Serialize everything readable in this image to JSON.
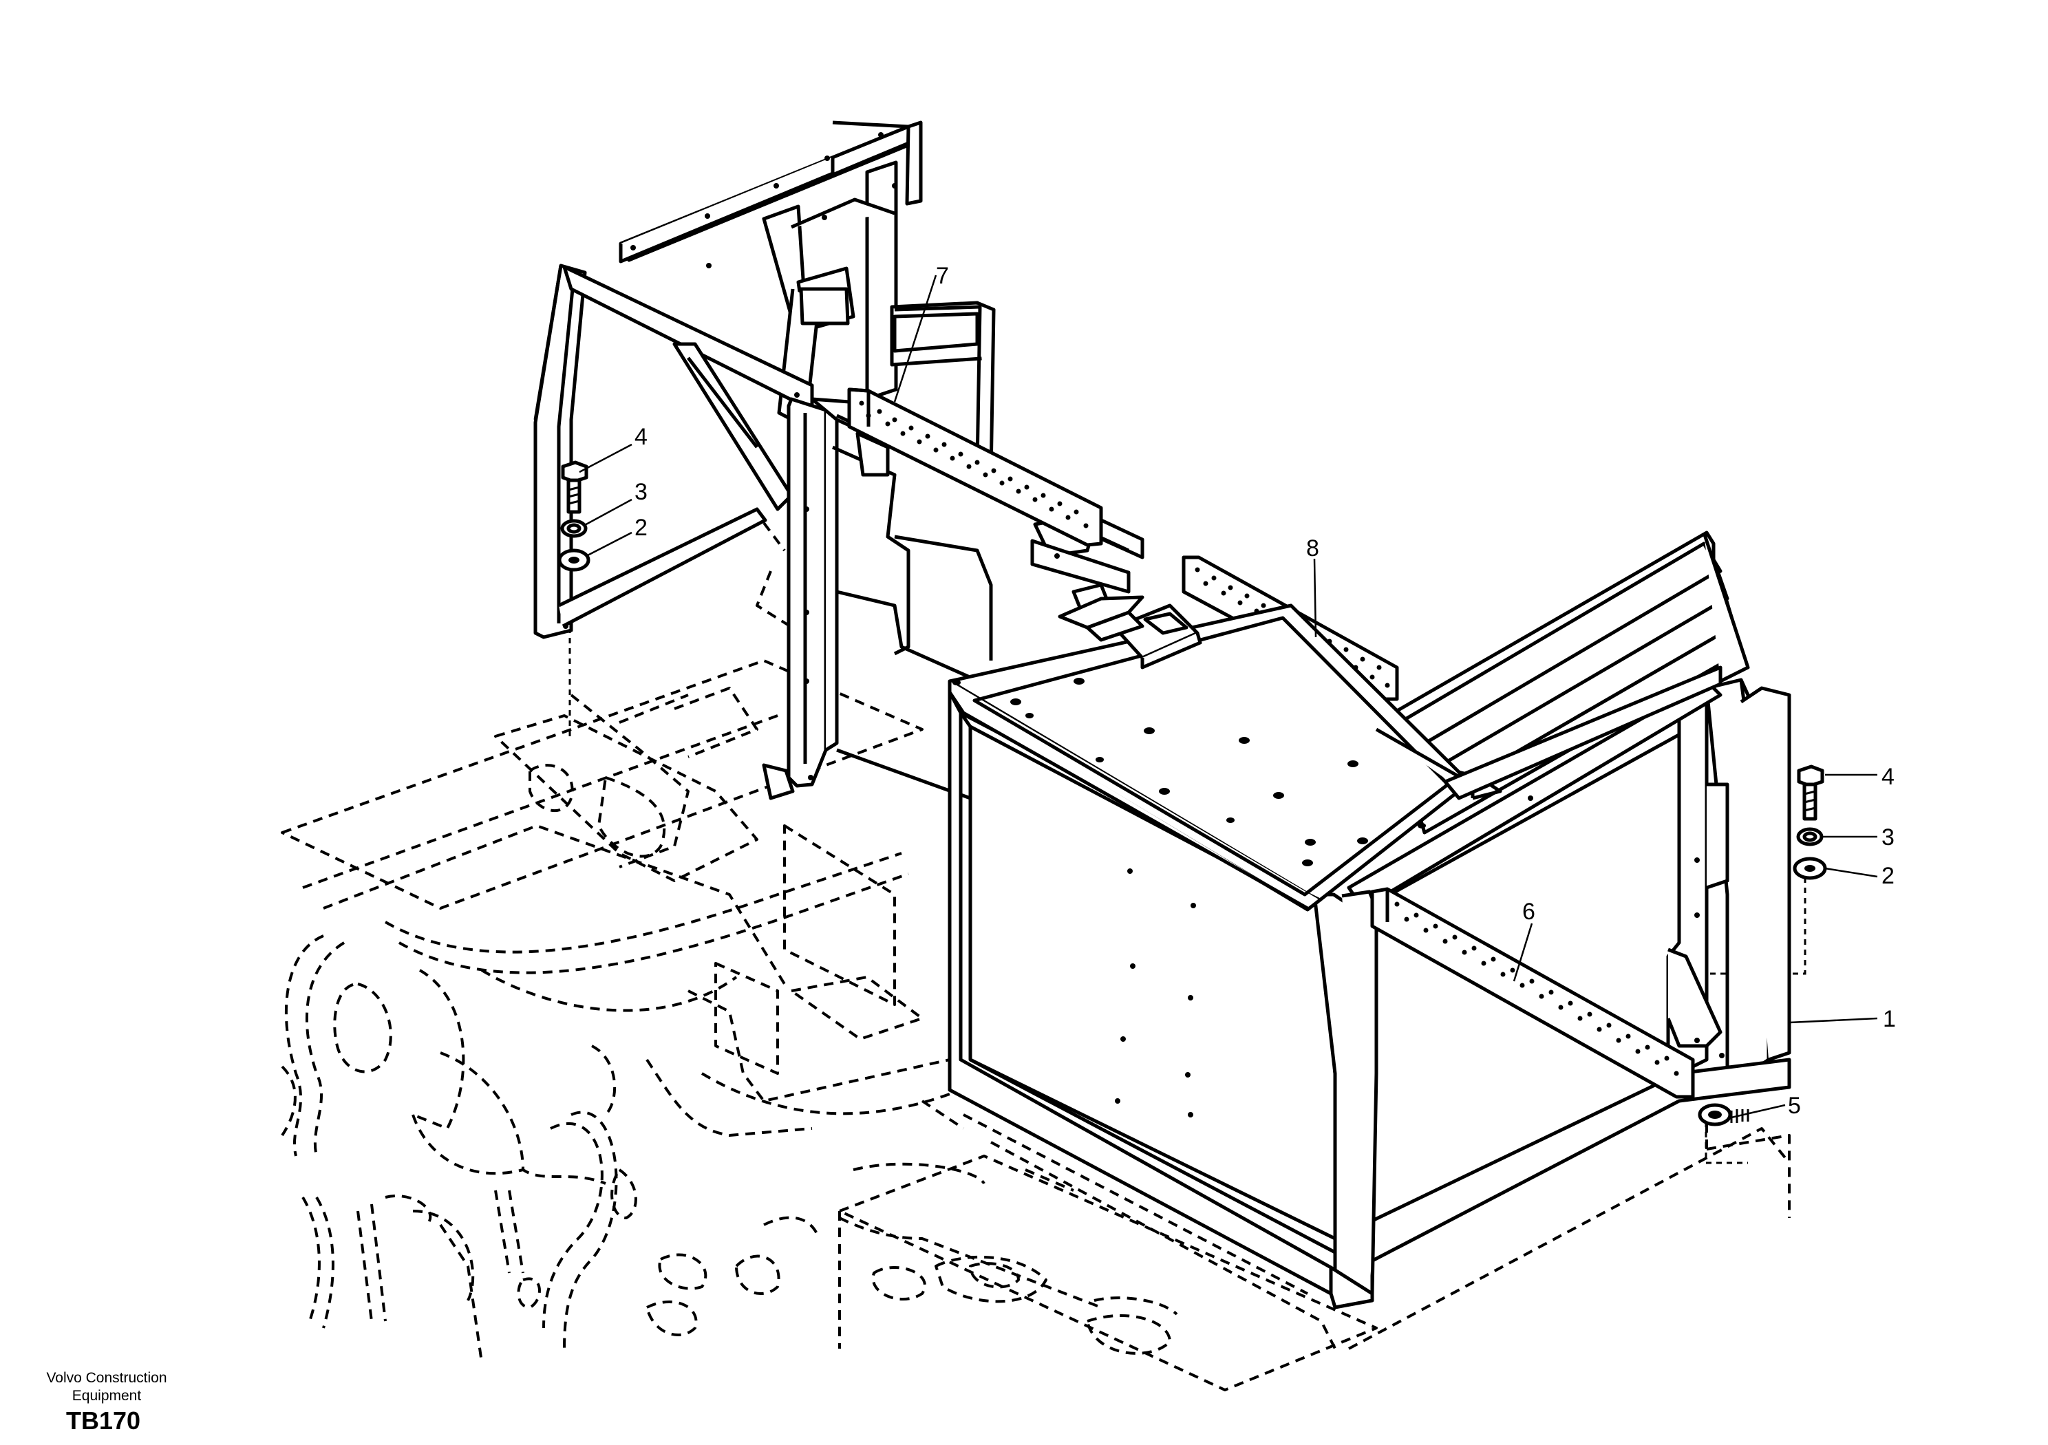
{
  "footer": {
    "company_line1": "Volvo Construction",
    "company_line2": "Equipment",
    "drawing_code": "TB170"
  },
  "callouts": {
    "c1": "1",
    "c2_left": "2",
    "c2_right": "2",
    "c3_left": "3",
    "c3_right": "3",
    "c4_left": "4",
    "c4_right": "4",
    "c5": "5",
    "c6": "6",
    "c7": "7",
    "c8": "8"
  }
}
